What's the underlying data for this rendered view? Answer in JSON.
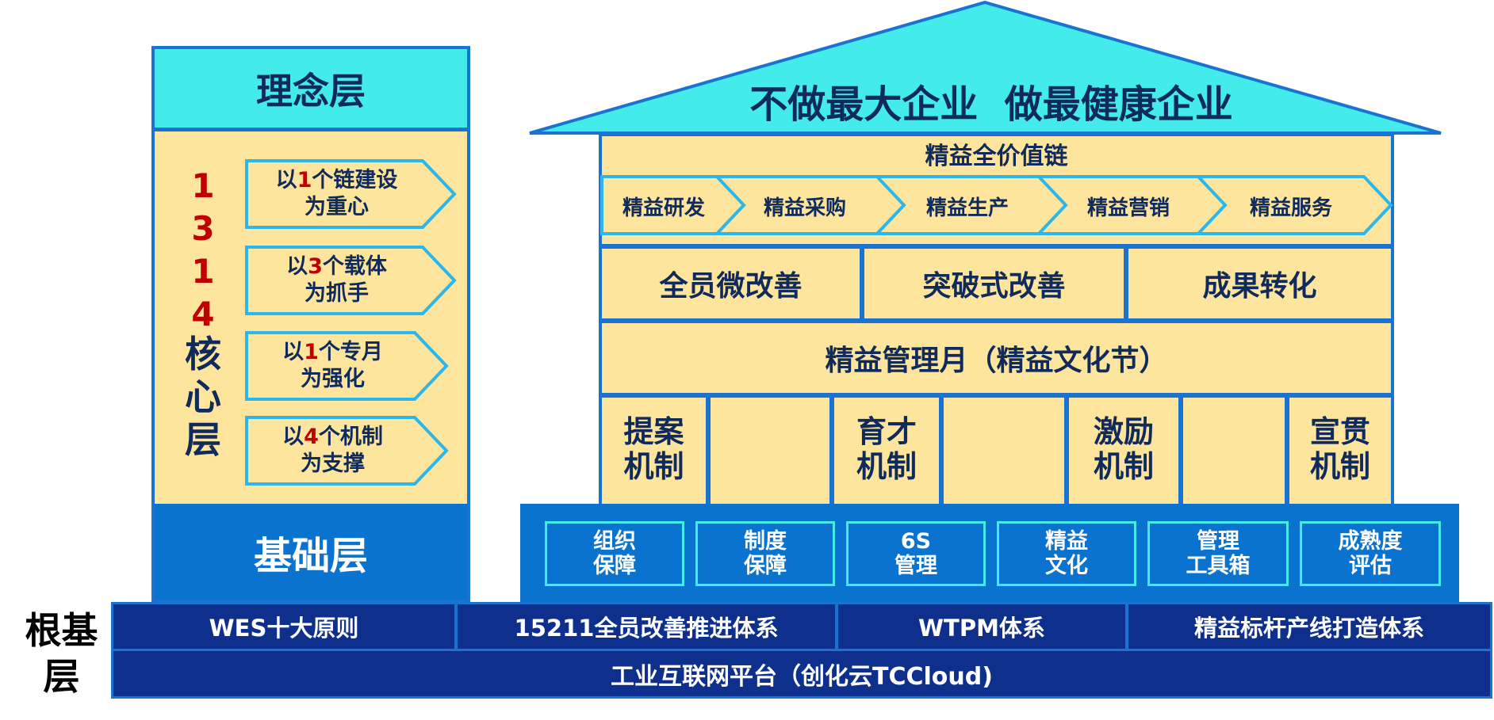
{
  "left_column": {
    "concept_layer_label": "理念层",
    "core_layer": {
      "numbers": [
        "1",
        "3",
        "1",
        "4"
      ],
      "label": "核\n心\n层",
      "items": [
        {
          "prefix": "以",
          "num": "1",
          "rest": "个链建设",
          "line2": "为重心"
        },
        {
          "prefix": "以",
          "num": "3",
          "rest": "个载体",
          "line2": "为抓手"
        },
        {
          "prefix": "以",
          "num": "1",
          "rest": "个专月",
          "line2": "为强化"
        },
        {
          "prefix": "以",
          "num": "4",
          "rest": "个机制",
          "line2": "为支撑"
        }
      ]
    },
    "foundation_layer_label": "基础层"
  },
  "house": {
    "roof_title": "不做最大企业  做最健康企业",
    "value_chain": {
      "title": "精益全价值链",
      "stages": [
        "精益研发",
        "精益采购",
        "精益生产",
        "精益营销",
        "精益服务"
      ]
    },
    "improvements": [
      "全员微改善",
      "突破式改善",
      "成果转化"
    ],
    "month": "精益管理月（精益文化节）",
    "mechanisms": [
      "提案\n机制",
      "育才\n机制",
      "激励\n机制",
      "宣贯\n机制"
    ],
    "foundation_items": [
      "组织\n保障",
      "制度\n保障",
      "6S\n管理",
      "精益\n文化",
      "管理\n工具箱",
      "成熟度\n评估"
    ]
  },
  "root_layer": {
    "label": "根基\n层",
    "systems": [
      "WES十大原则",
      "15211全员改善推进体系",
      "WTPM体系",
      "精益标杆产线打造体系"
    ],
    "platform": "工业互联网平台（创化云TCCloud)"
  },
  "colors": {
    "cyan": "#43ebea",
    "cream": "#fde59d",
    "blue": "#0a73d0",
    "navy": "#0f2f8c",
    "border": "#1a73d1",
    "chevron_border": "#2bb7ec",
    "text_dark": "#102a5c",
    "number_red": "#c00000"
  }
}
